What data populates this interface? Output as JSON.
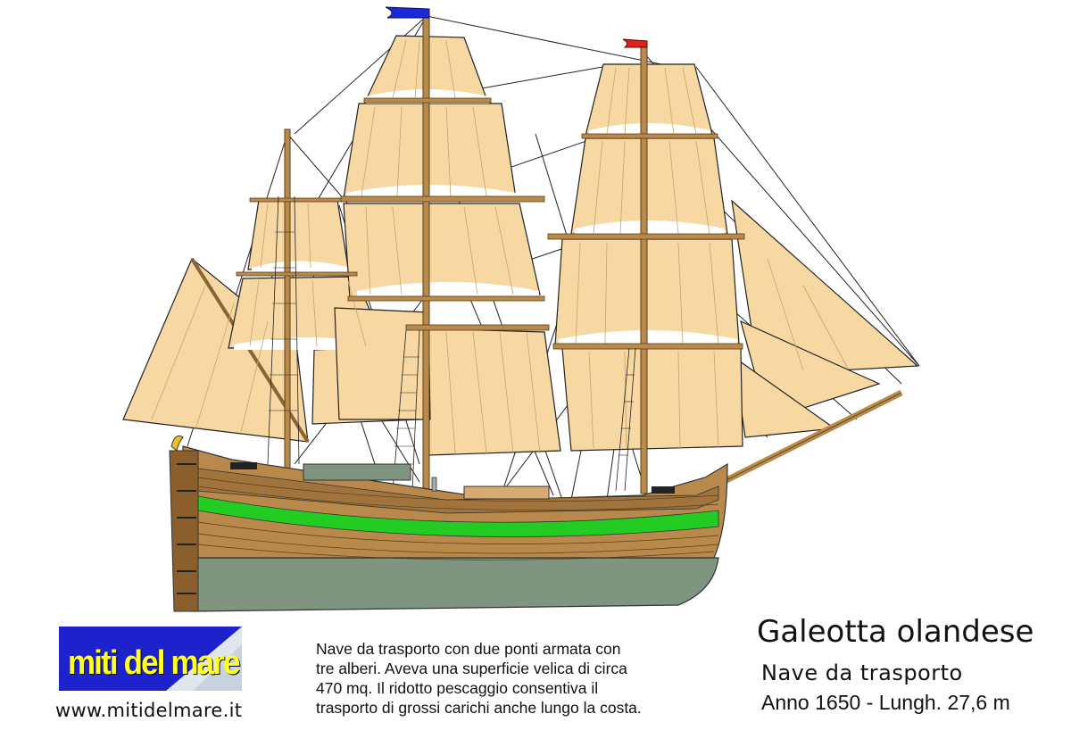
{
  "logo": {
    "text": "miti del mare",
    "colors": {
      "background": "#1d22cc",
      "text": "#ffff22",
      "wedge": "#dfe6ee"
    }
  },
  "site": {
    "url": "www.mitidelmare.it"
  },
  "description": {
    "lines": [
      "Nave da trasporto con due ponti armata con",
      "tre alberi. Aveva una superficie velica di circa",
      "470 mq. Il ridotto pescaggio consentiva il",
      "trasporto di grossi carichi anche lungo la costa."
    ]
  },
  "ship": {
    "title": "Galeotta olandese",
    "subtitle": "Nave da trasporto",
    "specs": "Anno 1650 - Lungh. 27,6 m",
    "colors": {
      "sail": "#f7d8a2",
      "sail_shadow": "#ffffff",
      "hull_wood": "#b8894a",
      "hull_dark": "#7a5426",
      "stripe": "#22cc22",
      "underwater": "#7f9580",
      "mast": "#b98a4c",
      "rigging": "#222222",
      "flag_main": "#1a2ad8",
      "flag_fore": "#e0201a"
    }
  }
}
